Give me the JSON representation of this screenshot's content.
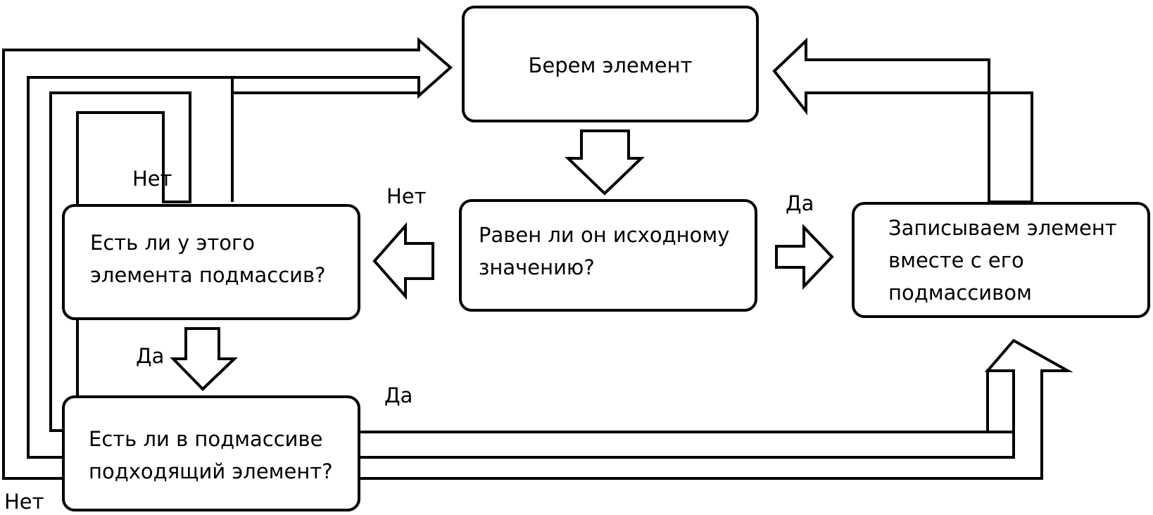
{
  "boxes": {
    "take": {
      "text": "Берем элемент"
    },
    "equal": {
      "line1": "Равен ли он исходному",
      "line2": "значению?"
    },
    "record": {
      "line1": "Записываем элемент",
      "line2": "вместе с его",
      "line3": "подмассивом"
    },
    "subarray": {
      "line1": "Есть ли у этого",
      "line2": "элемента подмассив?"
    },
    "suitable": {
      "line1": "Есть ли в подмассиве",
      "line2": "подходящий элемент?"
    }
  },
  "labels": {
    "no_to_left": "Нет",
    "yes_to_right": "Да",
    "no_top_left": "Нет",
    "yes_down": "Да",
    "yes_bottom": "Да",
    "no_bottom_left": "Нет"
  }
}
